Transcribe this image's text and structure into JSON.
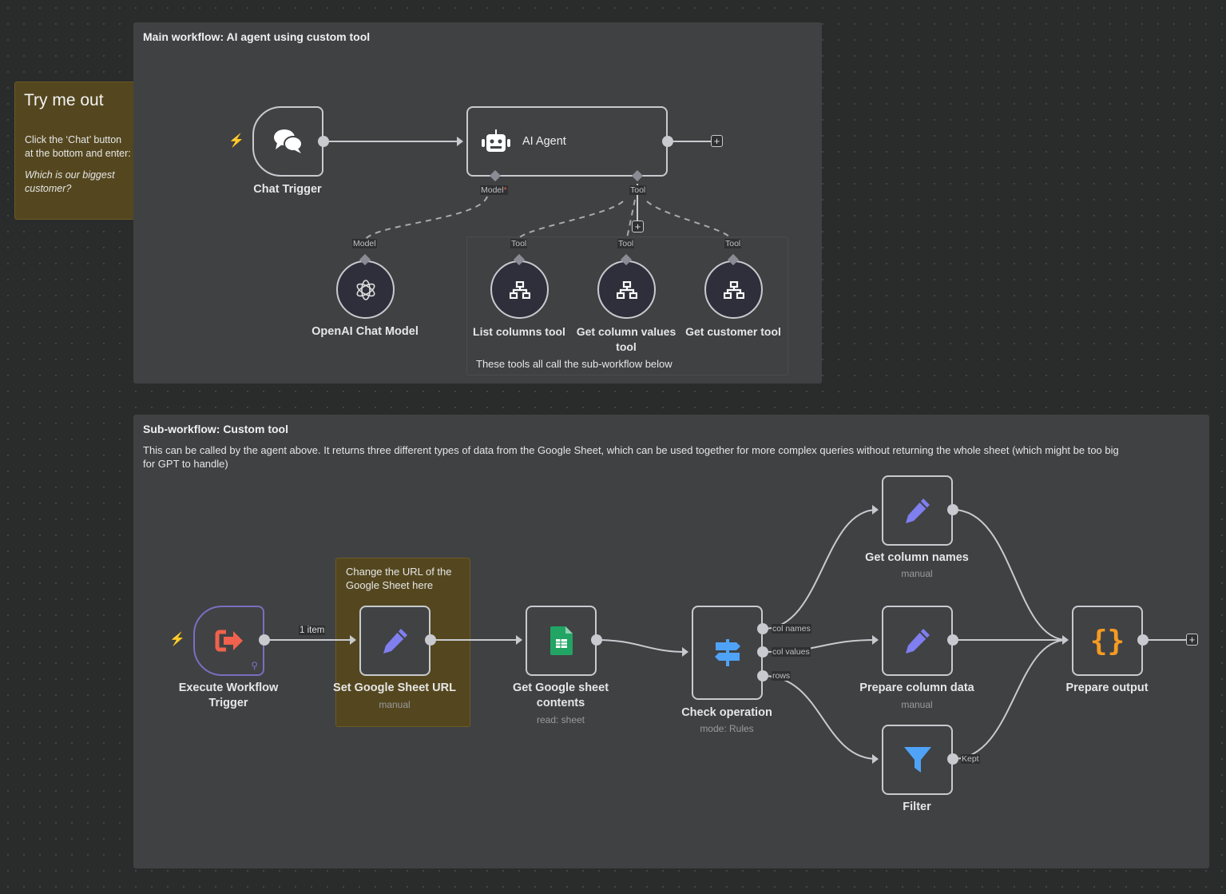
{
  "try_me": {
    "title": "Try me out",
    "line1": "Click the ‘Chat’ button",
    "line2": "at the bottom and enter:",
    "line3": "Which is our biggest",
    "line4": "customer?"
  },
  "main_group": {
    "title": "Main workflow: AI agent using custom tool",
    "tools_note": "These tools all call the sub-workflow below"
  },
  "sub_group": {
    "title": "Sub-workflow: Custom tool",
    "description_1": "This can be called by the agent above. It returns three different types of data from the Google Sheet, which can be used together for more complex queries without returning the whole sheet (which might be too big",
    "description_2": "for GPT to handle)"
  },
  "url_note": {
    "line1": "Change the URL of the",
    "line2": "Google Sheet here"
  },
  "nodes": {
    "chat_trigger": {
      "label": "Chat Trigger",
      "icon": "chat-bubbles-icon"
    },
    "ai_agent": {
      "label": "AI Agent",
      "icon": "robot-icon"
    },
    "openai": {
      "label": "OpenAI Chat Model",
      "icon": "openai-icon"
    },
    "list_columns": {
      "label": "List columns tool",
      "icon": "sitemap-icon"
    },
    "get_column_values": {
      "label_1": "Get column values",
      "label_2": "tool",
      "icon": "sitemap-icon"
    },
    "get_customer": {
      "label": "Get customer tool",
      "icon": "sitemap-icon"
    },
    "exec_trigger": {
      "label_1": "Execute Workflow",
      "label_2": "Trigger",
      "icon": "sign-in-arrow-icon"
    },
    "set_url": {
      "label": "Set Google Sheet URL",
      "subtitle": "manual",
      "icon": "pencil-icon"
    },
    "get_sheet": {
      "label_1": "Get Google sheet",
      "label_2": "contents",
      "subtitle": "read: sheet",
      "icon": "google-sheets-icon"
    },
    "check_op": {
      "label": "Check operation",
      "subtitle": "mode: Rules",
      "icon": "signpost-icon",
      "outputs": [
        "col names",
        "col values",
        "rows"
      ]
    },
    "get_col_names": {
      "label": "Get column names",
      "subtitle": "manual",
      "icon": "pencil-icon"
    },
    "prepare_col": {
      "label": "Prepare column data",
      "subtitle": "manual",
      "icon": "pencil-icon"
    },
    "filter": {
      "label": "Filter",
      "output": "Kept",
      "icon": "funnel-icon"
    },
    "prepare_output": {
      "label": "Prepare output",
      "icon": "curly-braces-icon"
    }
  },
  "ports": {
    "model": "Model",
    "model_required": "*",
    "tool": "Tool"
  },
  "connection_labels": {
    "exec_to_set": "1 item"
  },
  "colors": {
    "trigger_bolt": "#e8604a",
    "pencil": "#7f7ff0",
    "sheets": "#21a464",
    "switch": "#4fa3f7",
    "code": "#f59a23",
    "exec_border": "#7a6fc0"
  }
}
